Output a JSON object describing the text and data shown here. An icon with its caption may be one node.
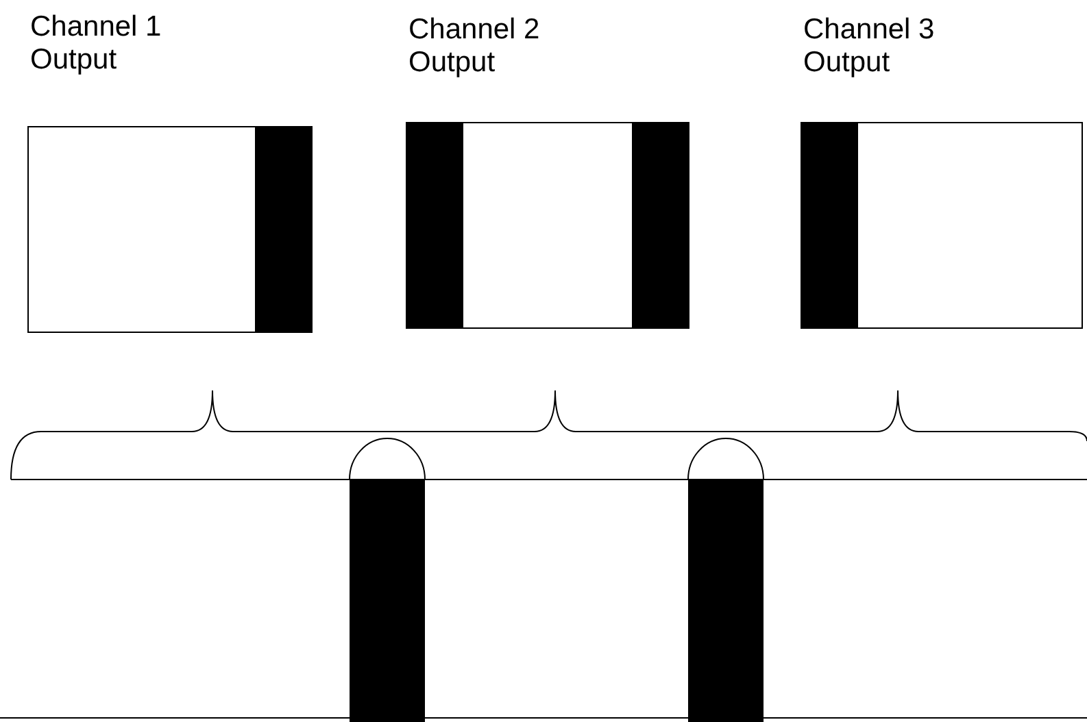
{
  "diagram": {
    "nodes": [
      {
        "text": [
          "Channel 1 Output"
        ]
      },
      {
        "text": [
          "Channel 2 Output"
        ]
      },
      {
        "text": [
          "Channel 3 Output"
        ]
      }
    ]
  }
}
